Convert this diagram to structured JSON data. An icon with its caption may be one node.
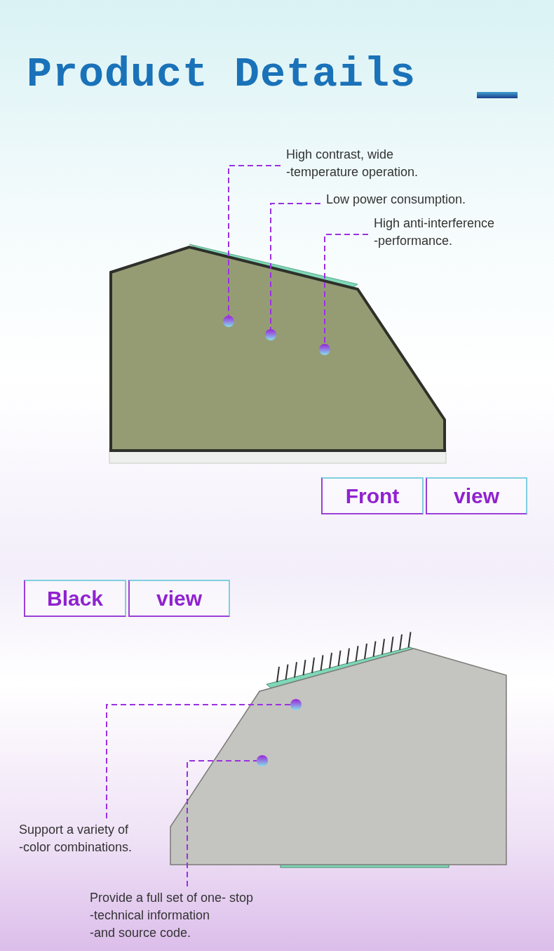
{
  "diagram": {
    "title": "Product Details",
    "nodes": [
      {
        "text": [
          "High contrast, wide -temperature operation."
        ]
      },
      {
        "text": [
          "Low power consumption."
        ]
      },
      {
        "text": [
          "High anti-interference -performance."
        ]
      },
      {
        "text": [],
        "shape": "circle"
      },
      {
        "text": [],
        "shape": "circle"
      },
      {
        "text": [],
        "shape": "circle"
      },
      {
        "text": [
          "Front"
        ]
      },
      {
        "text": [
          "view"
        ]
      },
      {
        "text": [
          "Black"
        ]
      },
      {
        "text": [
          "view"
        ]
      },
      {
        "text": [],
        "shape": "circle"
      },
      {
        "text": [],
        "shape": "circle"
      },
      {
        "text": [
          "Support a variety of -color combinations."
        ]
      },
      {
        "text": [
          "Provide a full set of one- stop -technical information -and source code."
        ]
      }
    ],
    "edges": [
      {
        "from": 0,
        "to": 3,
        "arrow": "none",
        "style": "dashed"
      },
      {
        "from": 1,
        "to": 4,
        "arrow": "none",
        "style": "dashed"
      },
      {
        "from": 2,
        "to": 5,
        "arrow": "none",
        "style": "dashed"
      },
      {
        "from": 12,
        "to": 10,
        "arrow": "none",
        "style": "dashed"
      },
      {
        "from": 13,
        "to": 11,
        "arrow": "none",
        "style": "dashed"
      }
    ]
  }
}
